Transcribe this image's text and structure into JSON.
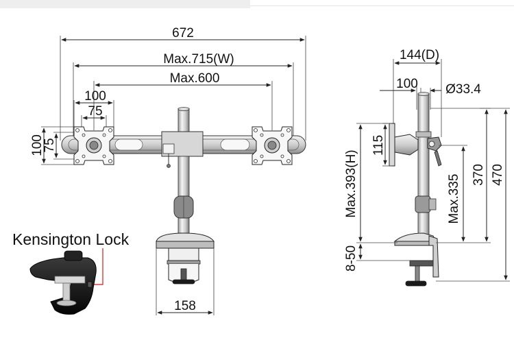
{
  "front_view": {
    "dim_overall": "672",
    "dim_max_width": "Max.715(W)",
    "dim_max_span": "Max.600",
    "dim_vesa_large_h": "100",
    "dim_vesa_small_h": "75",
    "dim_vesa_large_v": "100",
    "dim_vesa_small_v": "75",
    "dim_clamp_width": "158"
  },
  "side_view": {
    "dim_depth": "144(D)",
    "dim_vesa": "100",
    "dim_pole_diameter": "Ø33.4",
    "dim_plate_height": "115",
    "dim_max_height": "Max.393(H)",
    "dim_arm_height": "Max.335",
    "dim_pole_height": "370",
    "dim_total_height": "470",
    "dim_clamp_range": "8-50"
  },
  "callout": {
    "kensington_label": "Kensington Lock"
  },
  "colors": {
    "line": "#222222",
    "callout_line": "#d11a1a",
    "metal_light": "#e6e6e6",
    "metal_dark": "#8a8a8a",
    "clamp_black": "#151515"
  }
}
